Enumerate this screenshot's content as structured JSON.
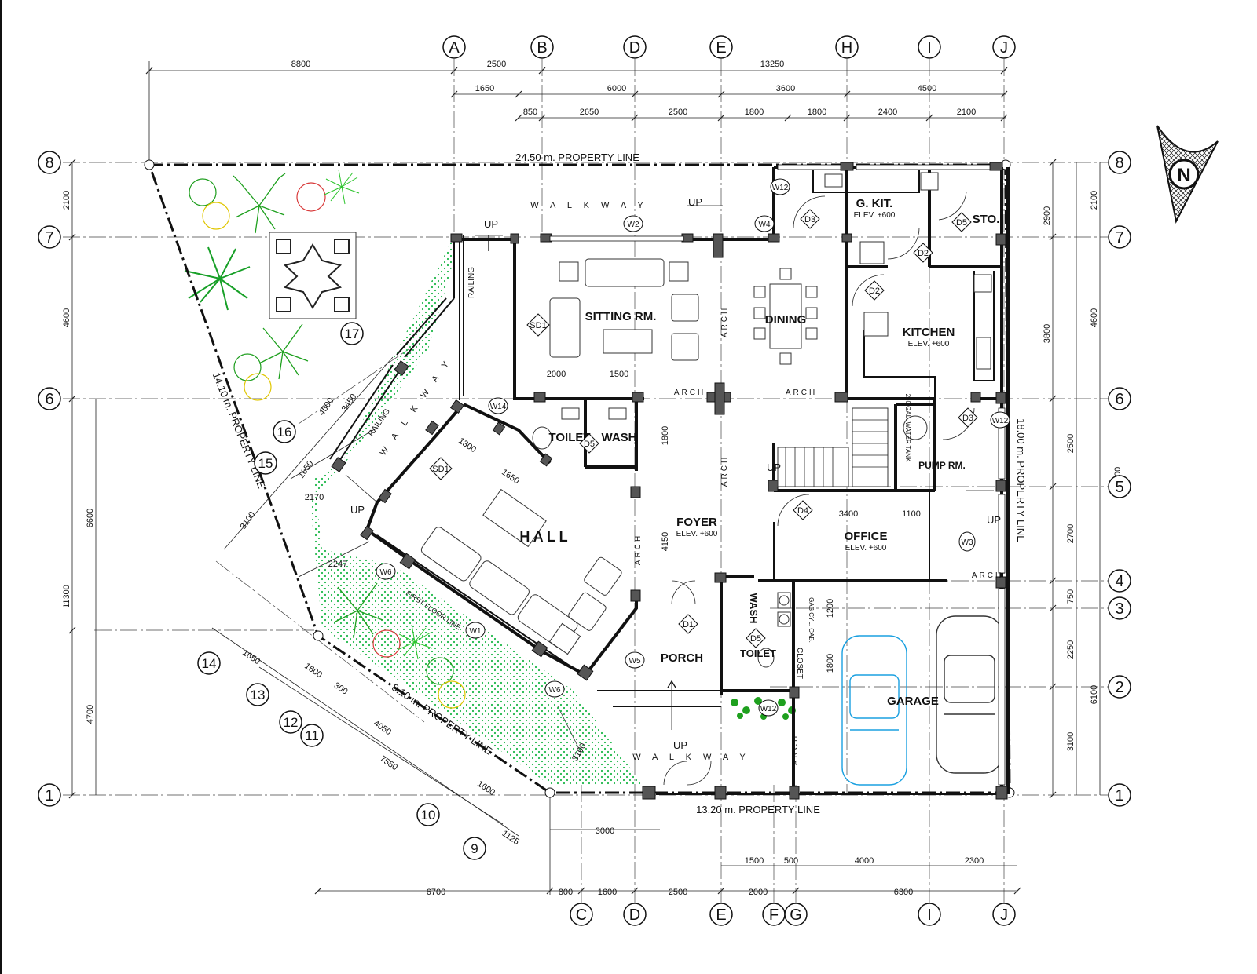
{
  "grid_bubbles": {
    "top": [
      "A",
      "B",
      "D",
      "E",
      "H",
      "I",
      "J"
    ],
    "bottom": [
      "C",
      "D",
      "E",
      "F",
      "G",
      "I",
      "J"
    ],
    "left": [
      "8",
      "7",
      "6",
      "1"
    ],
    "right": [
      "8",
      "7",
      "6",
      "5",
      "4",
      "3",
      "2",
      "1"
    ],
    "diagonal": [
      "17",
      "16",
      "15",
      "14",
      "13",
      "12",
      "11",
      "10",
      "9"
    ]
  },
  "north_arrow": "N",
  "dims": {
    "top_row1": [
      "8800",
      "2500",
      "13250"
    ],
    "top_row2": [
      "1650",
      "6000",
      "3600",
      "4500"
    ],
    "top_row3": [
      "850",
      "2650",
      "2500",
      "1800",
      "1800",
      "2400",
      "2100"
    ],
    "bottom_row1": [
      "3000"
    ],
    "bottom_row2": [
      "1500",
      "500",
      "4000",
      "2300"
    ],
    "bottom_row3": [
      "6700",
      "800",
      "1600",
      "2500",
      "2000",
      "6300"
    ],
    "left_row1": [
      "2100",
      "4600",
      "6600",
      "4700"
    ],
    "left_row2": [
      "11300"
    ],
    "right_row1": [
      "2900",
      "3800",
      "2500",
      "2700",
      "750",
      "2250",
      "3100"
    ],
    "right_row2": [
      "2100",
      "4600",
      "6100"
    ],
    "right_row3": [
      "18000"
    ],
    "diag_upper": [
      "4500",
      "3450",
      "1050",
      "2170",
      "3100",
      "2247"
    ],
    "diag_lower": [
      "1650",
      "1600",
      "300",
      "4050",
      "7550",
      "1600",
      "1125",
      "3100"
    ],
    "interior": [
      "2000",
      "1500",
      "1800",
      "1300",
      "1650",
      "4150",
      "3400",
      "1100",
      "1200",
      "1800"
    ]
  },
  "property_lines": {
    "north": "24.50 m. PROPERTY LINE",
    "west": "14.10 m. PROPERTY LINE",
    "southwest": "8.10 m. PROPERTY LINE",
    "south": "13.20 m. PROPERTY LINE",
    "east": "18.00 m. PROPERTY LINE"
  },
  "rooms": {
    "sitting": "SITTING RM.",
    "dining": "DINING",
    "gkit": "G. KIT.",
    "gkit_elev": "ELEV. +600",
    "sto": "STO.",
    "kitchen": "KITCHEN",
    "kitchen_elev": "ELEV. +600",
    "hall": "H A L L",
    "toilet1": "TOILET",
    "wash1": "WASH",
    "foyer": "FOYER",
    "foyer_elev": "ELEV. +600",
    "office": "OFFICE",
    "office_elev": "ELEV. +600",
    "pump": "PUMP RM.",
    "water_tank": "250 GAL. WATER TANK",
    "porch": "PORCH",
    "wash2": "WASH",
    "toilet2": "TOILET",
    "garage": "GARAGE",
    "closet": "CLOSET",
    "gas": "GAS CYL. CAB."
  },
  "labels": {
    "walkway_top": "W A L K W A Y",
    "walkway_diag": "W A L K W A Y",
    "walkway_bottom": "W A L K W A Y",
    "railing1": "RAILING",
    "railing2": "RAILING",
    "arch": "ARCH",
    "up": "UP",
    "first_floor_line": "FIRST FLOOR LINE"
  },
  "tags": {
    "W1": "W1",
    "W2": "W2",
    "W3": "W3",
    "W4": "W4",
    "W5": "W5",
    "W6": "W6",
    "W12": "W12",
    "W14": "W14",
    "D1": "D1",
    "D2": "D2",
    "D3": "D3",
    "D4": "D4",
    "D5": "D5",
    "SD1": "SD1"
  }
}
